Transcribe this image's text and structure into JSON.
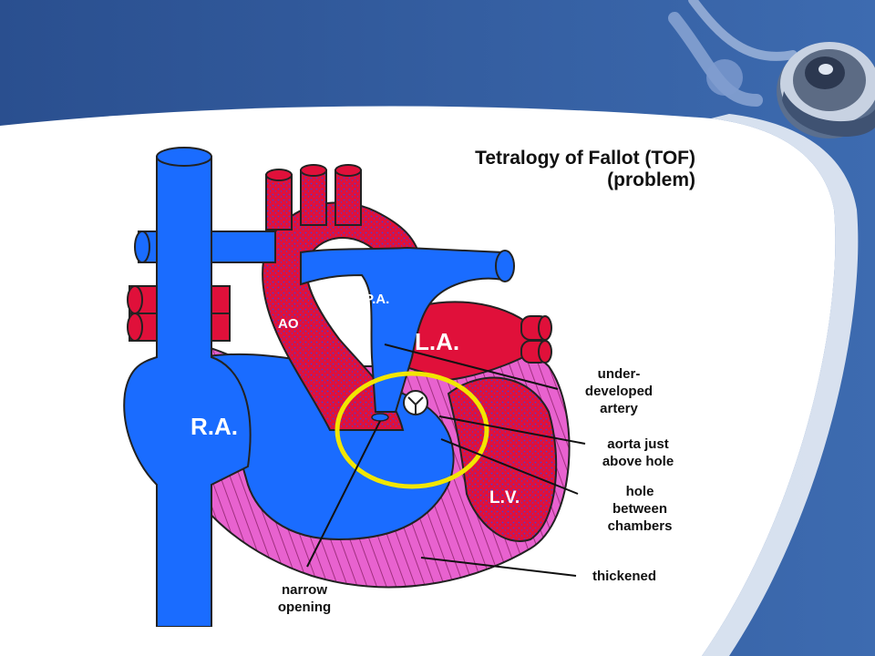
{
  "slide": {
    "colors": {
      "dark_blue": "#2f5597",
      "mid_blue": "#3a63a8",
      "light_band": "#edf1f7"
    },
    "decoration": "stethoscope-icon"
  },
  "diagram": {
    "title_line1": "Tetralogy of Fallot (TOF)",
    "title_line2": "(problem)",
    "labels": {
      "ao": "AO",
      "pa": "P.A.",
      "la": "L.A.",
      "ra": "R.A.",
      "lv": "L.V."
    },
    "callouts": {
      "underdeveloped_1": "under-",
      "underdeveloped_2": "developed",
      "underdeveloped_3": "artery",
      "aorta_1": "aorta just",
      "aorta_2": "above hole",
      "hole_1": "hole",
      "hole_2": "between",
      "hole_3": "chambers",
      "thickened": "thickened",
      "narrow_1": "narrow",
      "narrow_2": "opening"
    },
    "colors": {
      "oxygen_poor": "#1a6cff",
      "oxygen_rich": "#e0103a",
      "muscle": "#e060c8",
      "highlight_ring": "#f2e600"
    }
  }
}
